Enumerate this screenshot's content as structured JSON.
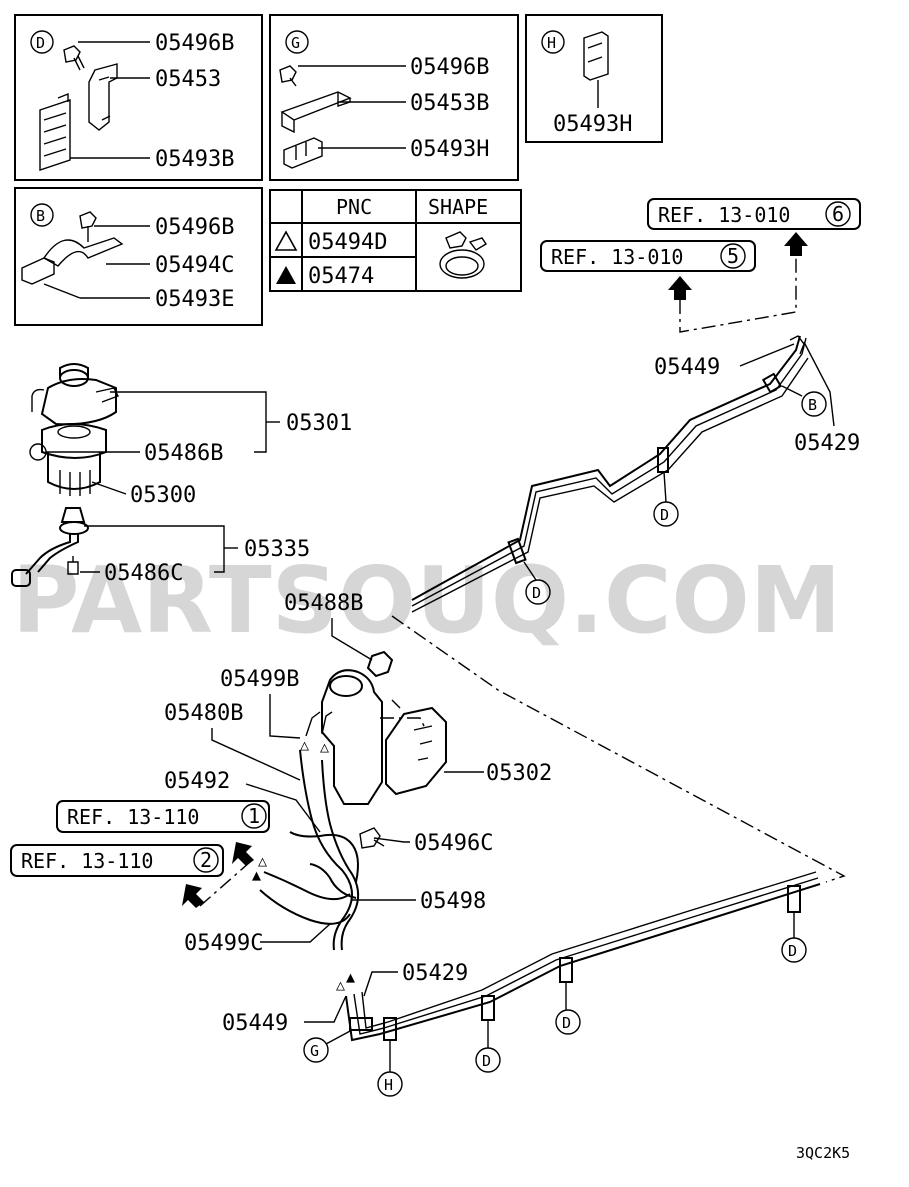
{
  "watermark": "PARTSOUQ.COM",
  "diagram_code": "3QC2K5",
  "table": {
    "headers": {
      "pnc": "PNC",
      "shape": "SHAPE"
    },
    "rows": [
      {
        "symbol": "open-triangle",
        "pnc": "05494D"
      },
      {
        "symbol": "filled-triangle",
        "pnc": "05474"
      }
    ]
  },
  "detail_boxes": {
    "D": {
      "letter": "D",
      "parts": [
        "05496B",
        "05453",
        "05493B"
      ]
    },
    "G": {
      "letter": "G",
      "parts": [
        "05496B",
        "05453B",
        "05493H"
      ]
    },
    "H": {
      "letter": "H",
      "parts": [
        "05493H"
      ]
    },
    "B": {
      "letter": "B",
      "parts": [
        "05496B",
        "05494C",
        "05493E"
      ]
    }
  },
  "refs": {
    "r6": {
      "text": "REF. 13-010",
      "num": "6"
    },
    "r5": {
      "text": "REF. 13-010",
      "num": "5"
    },
    "r1": {
      "text": "REF. 13-110",
      "num": "1"
    },
    "r2": {
      "text": "REF. 13-110",
      "num": "2"
    }
  },
  "labels": {
    "p05301": "05301",
    "p05486B": "05486B",
    "p05300": "05300",
    "p05335": "05335",
    "p05486C": "05486C",
    "p05488B": "05488B",
    "p05499B": "05499B",
    "p05480B": "05480B",
    "p05302": "05302",
    "p05492": "05492",
    "p05496C": "05496C",
    "p05498": "05498",
    "p05499C": "05499C",
    "p05429_low": "05429",
    "p05449_low": "05449",
    "p05449_top": "05449",
    "p05429_top": "05429"
  },
  "callouts": {
    "B_top": "B",
    "D1": "D",
    "D2": "D",
    "D3": "D",
    "D4": "D",
    "D5": "D",
    "G_low": "G",
    "H_low": "H"
  }
}
